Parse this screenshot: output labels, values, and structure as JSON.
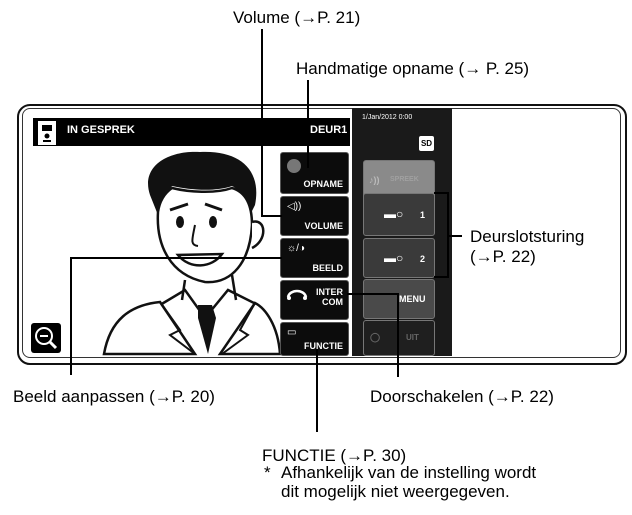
{
  "callouts": {
    "volume": "Volume (→P. 21)",
    "opname": "Handmatige opname (→ P. 25)",
    "deurslot_line1": "Deurslotsturing",
    "deurslot_line2": "(→P. 22)",
    "beeld": "Beeld aanpassen (→P. 20)",
    "doorschakelen": "Doorschakelen (→P. 22)",
    "functie": "FUNCTIE (→P. 30)",
    "note_star": "*",
    "note_line1": "Afhankelijk van de instelling wordt",
    "note_line2": "dit mogelijk niet weergegeven."
  },
  "screen": {
    "status_text": "IN GESPREK",
    "door_label": "DEUR1",
    "datetime": "1/Jan/2012 0:00",
    "sd": "SD"
  },
  "function_buttons": {
    "opname": "OPNAME",
    "volume": "VOLUME",
    "beeld": "BEELD",
    "intercom_line1": "INTER",
    "intercom_line2": "COM",
    "functie": "FUNCTIE"
  },
  "right_buttons": {
    "spreek": "SPREEK",
    "lock1": "1",
    "lock2": "2",
    "menu": "MENU",
    "uit": "UIT"
  },
  "icons": [
    "door-station-icon",
    "zoom-out-icon",
    "record-icon",
    "speaker-icon",
    "brightness-icon",
    "handset-icon",
    "monitor-icon",
    "key-icon",
    "sd-card-icon"
  ],
  "colors": {
    "button_bg": "#0c0c0c",
    "panel_bg": "#1a1a1a",
    "spreek_disabled": "#8a8a8a",
    "lock_btn": "#3a3a3a"
  }
}
